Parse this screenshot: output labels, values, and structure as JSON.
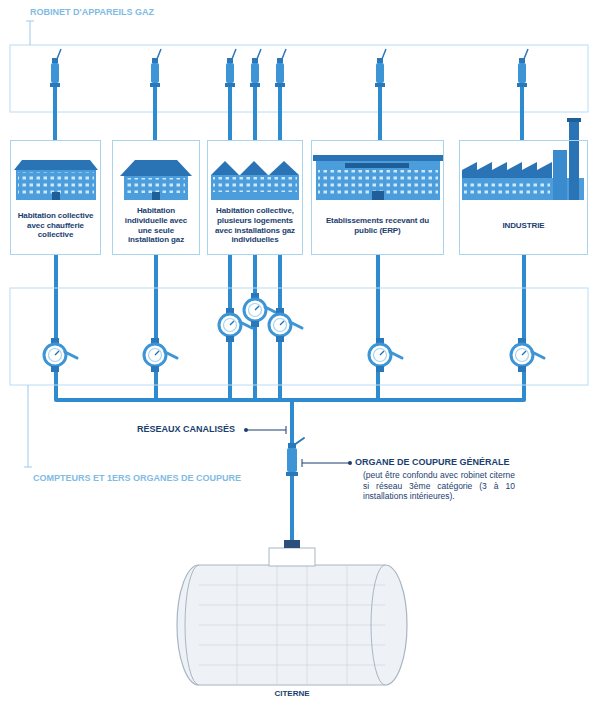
{
  "diagram": {
    "nodes": [
      {
        "text": [
          "Habitation collective avec chaufferie collective"
        ]
      },
      {
        "text": [
          "Habitation individuelle avec une seule installation gaz"
        ]
      },
      {
        "text": [
          "Habitation collective, plusieurs logements avec installations gaz individuelles"
        ]
      },
      {
        "text": [
          "Etablissements recevant du public (ERP)"
        ]
      },
      {
        "text": [
          "INDUSTRIE"
        ]
      },
      {
        "text": [
          "CITERNE"
        ]
      }
    ],
    "edges": [
      {
        "from": 5,
        "to": 0,
        "arrow": "none"
      },
      {
        "from": 5,
        "to": 1,
        "arrow": "none"
      },
      {
        "from": 5,
        "to": 2,
        "arrow": "none"
      },
      {
        "from": 5,
        "to": 3,
        "arrow": "none"
      },
      {
        "from": 5,
        "to": 4,
        "arrow": "none"
      }
    ],
    "labels": [
      "ROBINET D'APPAREILS GAZ",
      "RÉSEAUX CANALISÉS",
      "ORGANE DE COUPURE GÉNÉRALE",
      "(peut être confondu avec robinet citerne si réseau 3ème catégorie (3 à 10 installations intérieures).",
      "COMPTEURS ET 1ERS ORGANES DE COUPURE"
    ]
  }
}
